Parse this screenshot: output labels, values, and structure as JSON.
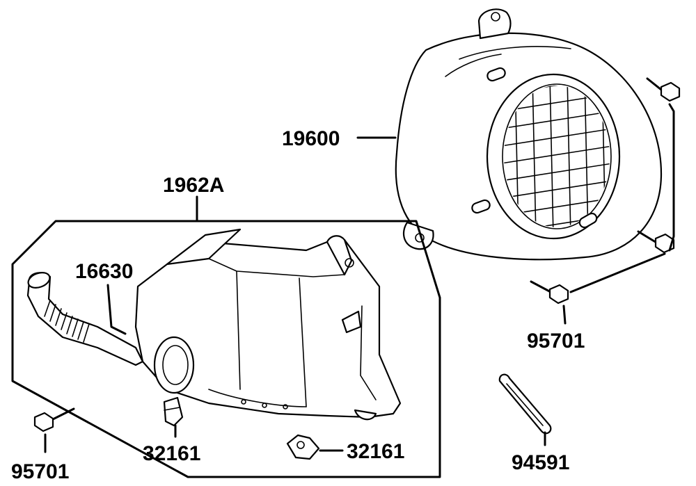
{
  "labels": {
    "fan_cover": "19600",
    "shroud_assembly": "1962A",
    "duct_hose": "16630",
    "bolt_right": "95701",
    "bolt_left": "95701",
    "clip_lower_left": "32161",
    "clip_lower_right": "32161",
    "strap": "94591"
  },
  "colors": {
    "line": "#000000",
    "background": "#ffffff"
  }
}
